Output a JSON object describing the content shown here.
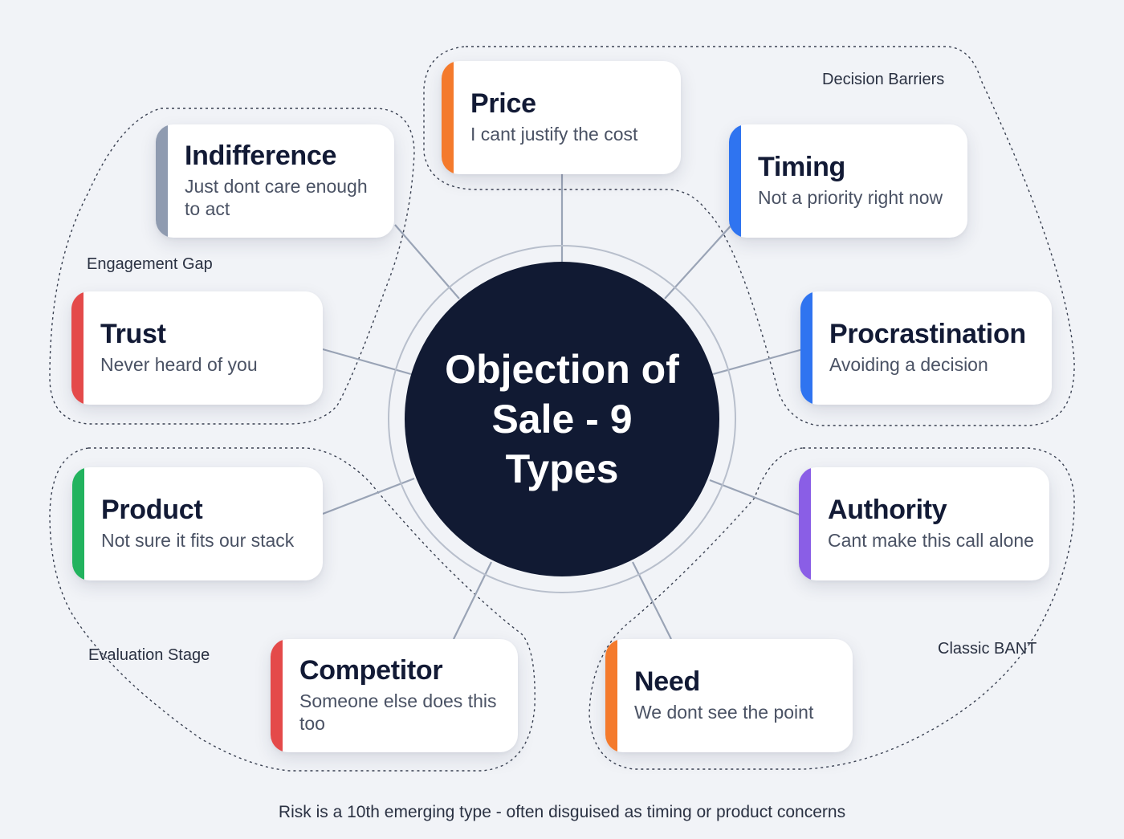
{
  "hub": {
    "title": "Objection of Sale - 9 Types",
    "color": "#111a33"
  },
  "groups": [
    {
      "label": "Decision Barriers",
      "members": [
        "Price",
        "Timing",
        "Procrastination"
      ]
    },
    {
      "label": "Engagement Gap",
      "members": [
        "Indifference",
        "Trust"
      ]
    },
    {
      "label": "Evaluation Stage",
      "members": [
        "Product",
        "Competitor"
      ]
    },
    {
      "label": "Classic BANT",
      "members": [
        "Authority",
        "Need"
      ]
    }
  ],
  "objections": [
    {
      "title": "Price",
      "subtitle": "I cant justify the cost",
      "accent": "#f47a2c"
    },
    {
      "title": "Timing",
      "subtitle": "Not a priority right now",
      "accent": "#2f74f0"
    },
    {
      "title": "Procrastination",
      "subtitle": "Avoiding a decision",
      "accent": "#2f74f0"
    },
    {
      "title": "Authority",
      "subtitle": "Cant make this call alone",
      "accent": "#8a5ee6"
    },
    {
      "title": "Need",
      "subtitle": "We dont see the point",
      "accent": "#f47a2c"
    },
    {
      "title": "Competitor",
      "subtitle": "Someone else does this too",
      "accent": "#e44a4a"
    },
    {
      "title": "Product",
      "subtitle": "Not sure it fits our stack",
      "accent": "#22b35e"
    },
    {
      "title": "Trust",
      "subtitle": "Never heard of you",
      "accent": "#e44a4a"
    },
    {
      "title": "Indifference",
      "subtitle": "Just dont care enough to act",
      "accent": "#8f9bb0"
    }
  ],
  "footnote": "Risk is a 10th emerging type - often disguised as timing or product concerns",
  "colors": {
    "background": "#f1f3f7",
    "connector": "#9aa4b6",
    "group_outline": "#3a4152"
  }
}
